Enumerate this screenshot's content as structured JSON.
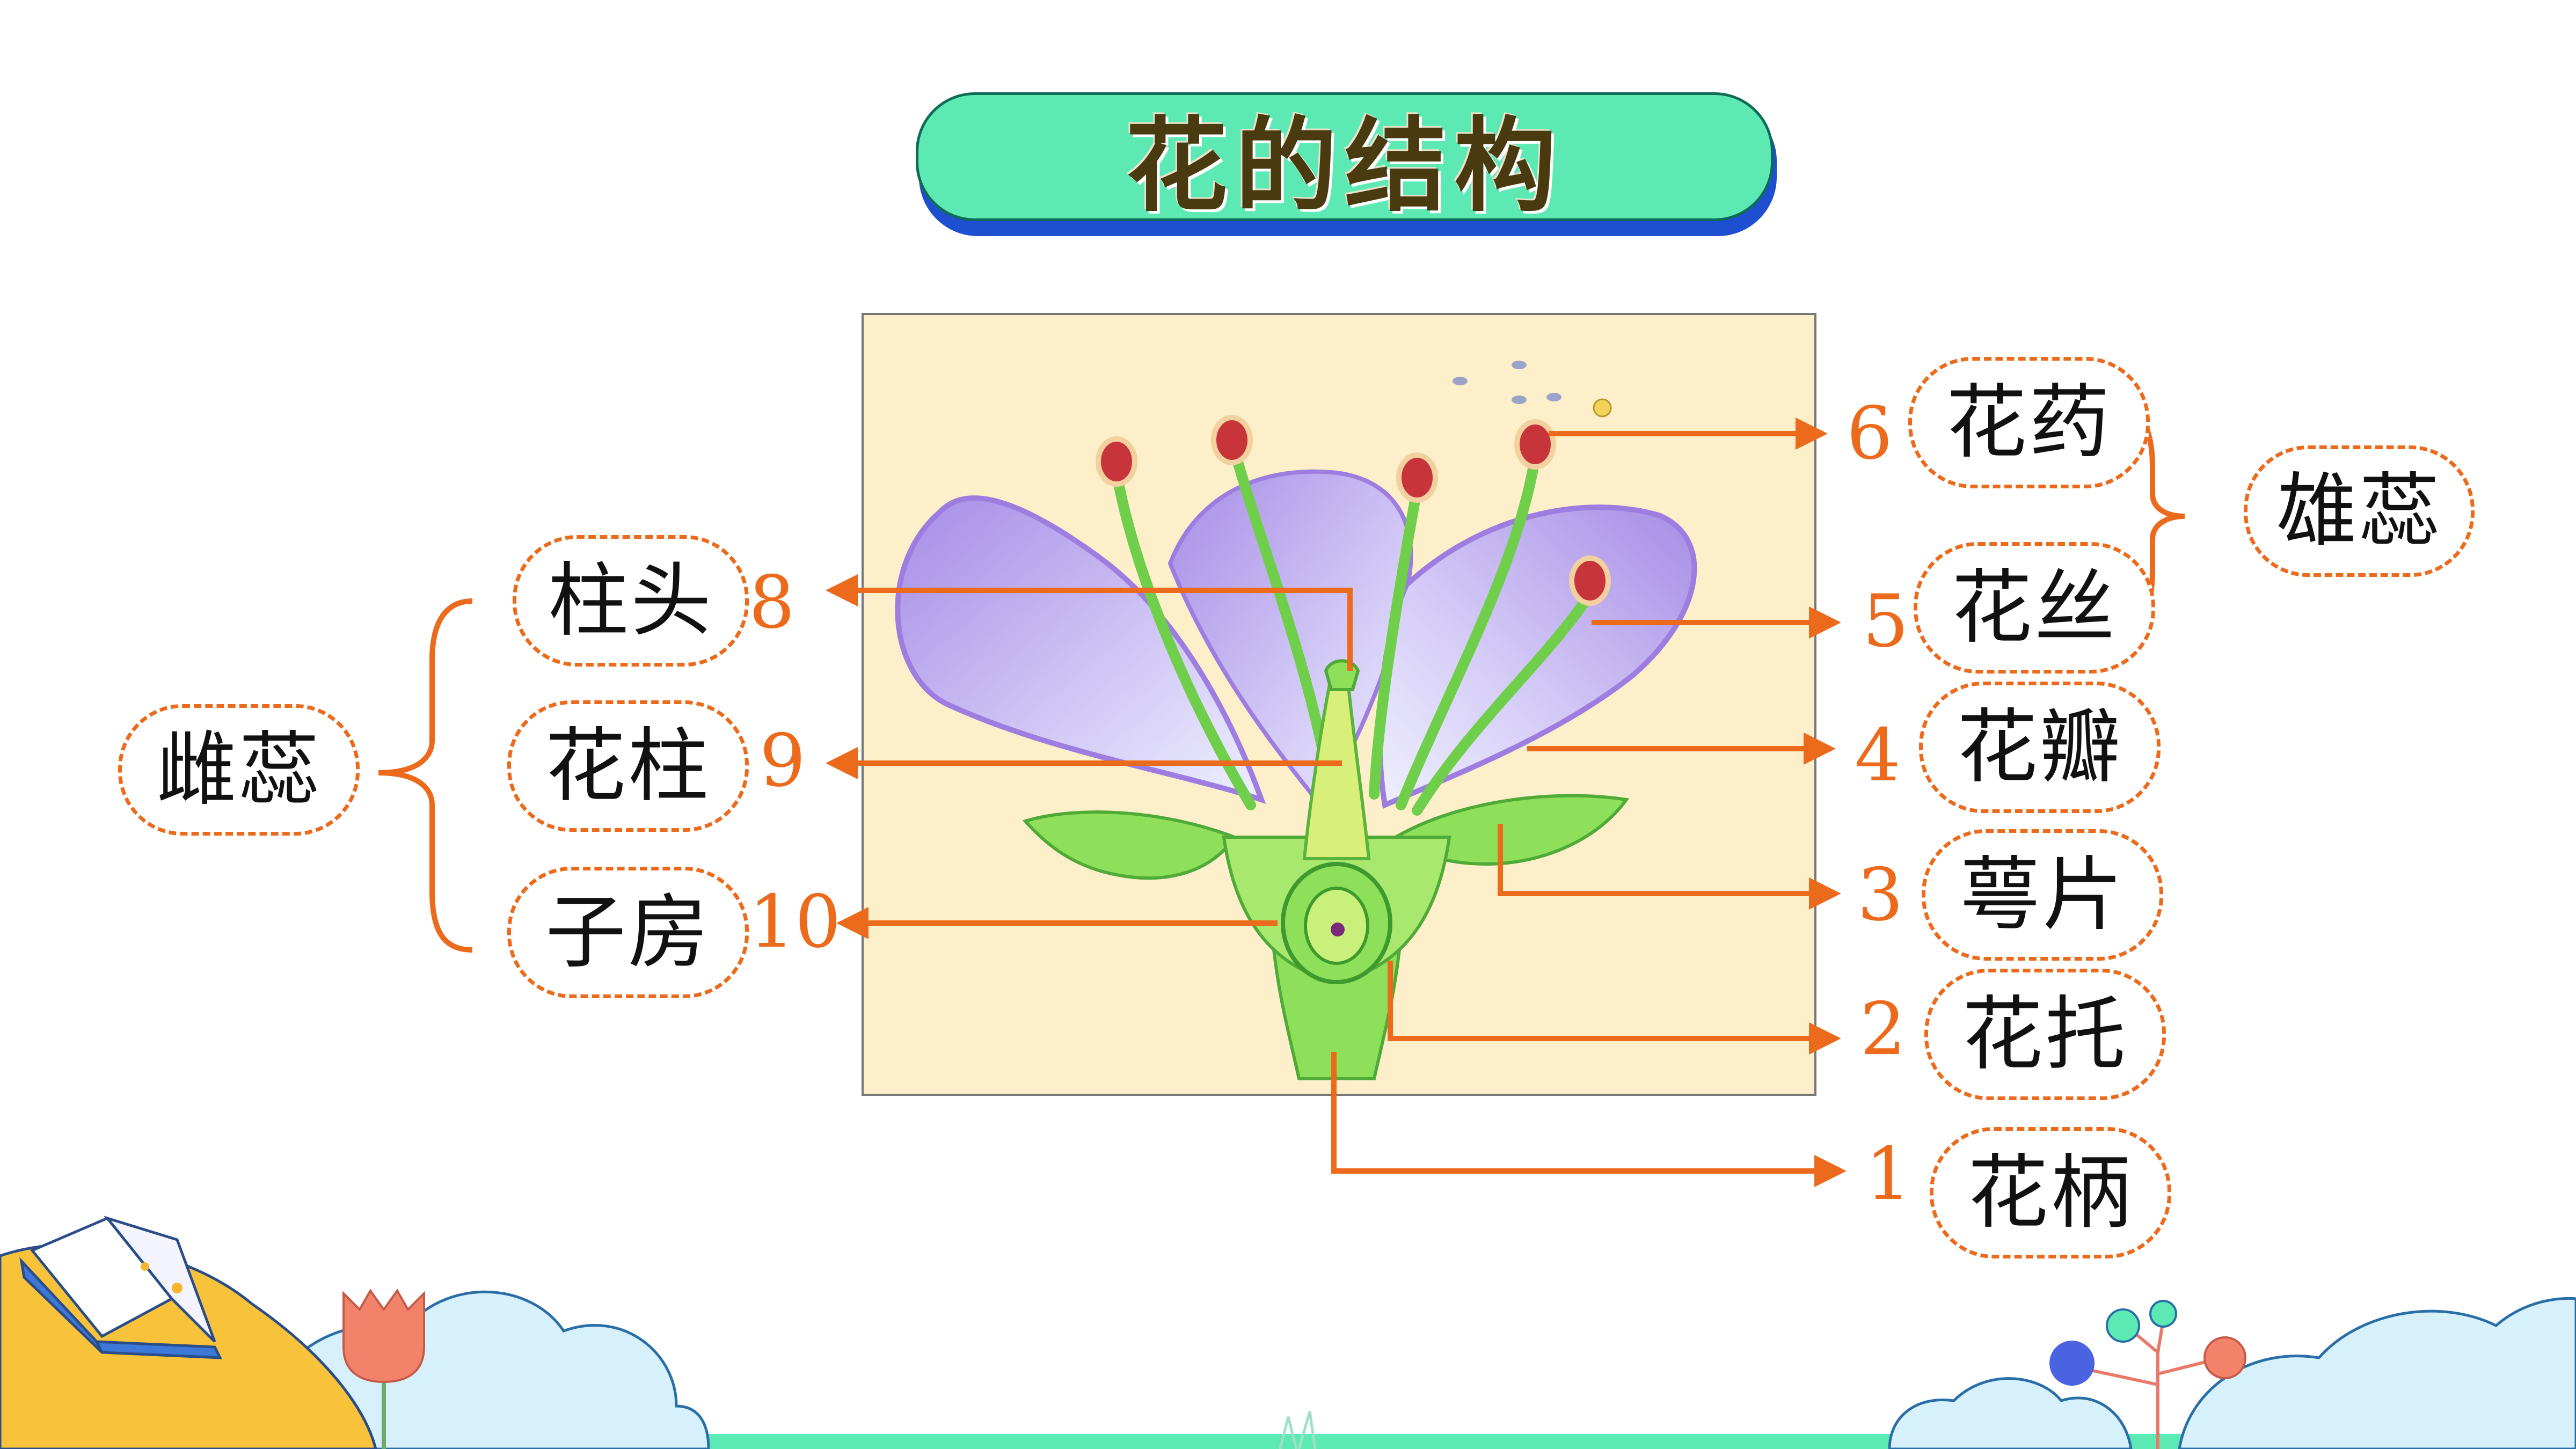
{
  "title": "花的结构",
  "numbers": {
    "n1": "1",
    "n2": "2",
    "n3": "3",
    "n4": "4",
    "n5": "5",
    "n6": "6",
    "n8": "8",
    "n9": "9",
    "n10": "10"
  },
  "labels": {
    "stalk": "花柄",
    "receptacle": "花托",
    "sepal": "萼片",
    "petal": "花瓣",
    "filament": "花丝",
    "anther": "花药",
    "stamen": "雄蕊",
    "stigma": "柱头",
    "style": "花柱",
    "ovary": "子房",
    "pistil": "雌蕊"
  },
  "colors": {
    "accent": "#ec6a1c",
    "title_fill": "#5de9b4",
    "title_shadow": "#1f4fd1",
    "photo_bg": "#fdefc9",
    "petal": "#b9a2f2",
    "stem": "#8ee05a"
  }
}
